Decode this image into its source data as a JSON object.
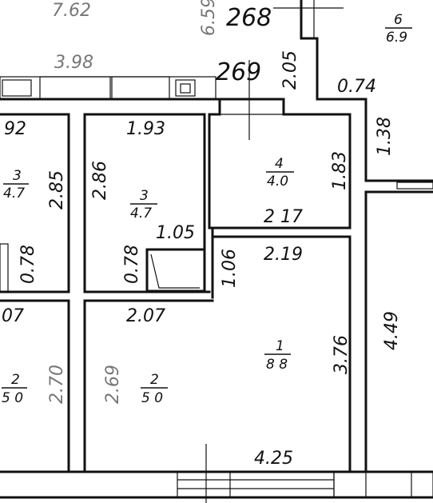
{
  "plan": {
    "room_numbers": {
      "r268": "268",
      "r269": "269"
    },
    "dims": {
      "d762": "7.62",
      "d659": "6.59",
      "d205": "2.05",
      "d398": "3.98",
      "d074": "0.74",
      "d138": "1.38",
      "d92": "92",
      "d193": "1.93",
      "d285": "2.85",
      "d286": "2.86",
      "d183": "1.83",
      "d217": "2 17",
      "d105": "1.05",
      "d078a": "0.78",
      "d078b": "0.78",
      "d106": "1.06",
      "d219": "2.19",
      "d07": "07",
      "d207": "2.07",
      "d270": "2.70",
      "d269": "2.69",
      "d376": "3.76",
      "d449": "4.49",
      "d425": "4.25"
    },
    "rooms": {
      "room6": {
        "num": "6",
        "area": "6.9"
      },
      "room4": {
        "num": "4",
        "area": "4.0"
      },
      "room3a": {
        "num": "3",
        "area": "4.7"
      },
      "room3b": {
        "num": "3",
        "area": "4.7"
      },
      "room1": {
        "num": "1",
        "area": "8 8"
      },
      "room2a": {
        "num": "2",
        "area": "5 0"
      },
      "room2b": {
        "num": "2",
        "area": "5 0"
      }
    }
  }
}
